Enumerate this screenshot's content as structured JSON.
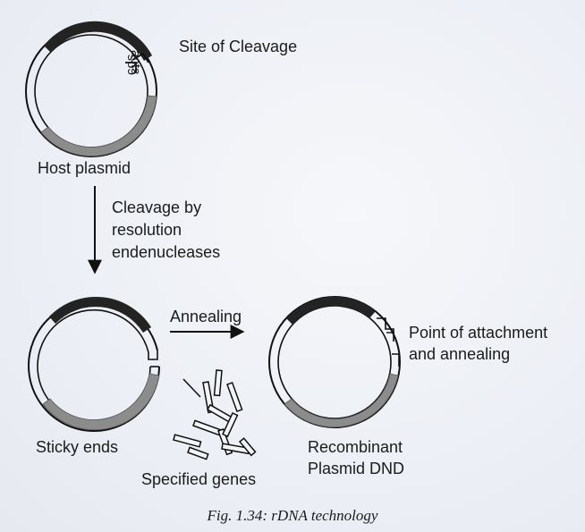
{
  "labels": {
    "site_of_cleavage": "Site of Cleavage",
    "cos": "cos",
    "acts": "acts",
    "host_plasmid": "Host plasmid",
    "cleavage_line1": "Cleavage by",
    "cleavage_line2": "resolution",
    "cleavage_line3": "endenucleases",
    "annealing": "Annealing",
    "point_line1": "Point of attachment",
    "point_line2": "and annealing",
    "sticky_ends": "Sticky ends",
    "specified_genes": "Specified genes",
    "recombinant_line1": "Recombinant",
    "recombinant_line2": "Plasmid DND"
  },
  "caption": "Fig. 1.34: rDNA technology",
  "colors": {
    "dna_dark": "#232323",
    "dna_gray": "#8c8c8c",
    "ring": "#111111"
  }
}
